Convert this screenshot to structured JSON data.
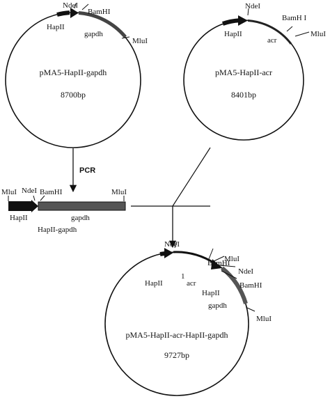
{
  "plasmid1": {
    "name": "pMA5-HapII-gapdh",
    "size": "8700bp",
    "features": {
      "promoter": "HapII",
      "gene": "gapdh",
      "site1": "NdeI",
      "site2": "BamHI",
      "site3": "MluI"
    }
  },
  "plasmid2": {
    "name": "pMA5-HapII-acr",
    "size": "8401bp",
    "features": {
      "promoter": "HapII",
      "gene": "acr",
      "site1": "NdeI",
      "site2": "BamH I",
      "site3": "MluI"
    }
  },
  "pcr_step": {
    "label": "PCR"
  },
  "fragment": {
    "name": "HapII-gapdh",
    "left_site": "MluI",
    "site1": "NdeI",
    "site2": "BamHI",
    "right_site": "MluI",
    "promoter": "HapII",
    "gene": "gapdh"
  },
  "plasmid3": {
    "name": "pMA5-HapII-acr-HapII-gapdh",
    "size": "9727bp",
    "features": {
      "site1": "NdeI",
      "promoter1": "HapII",
      "gene1": "acr",
      "site2": "BamHI",
      "site3": "MluI",
      "site4": "NdeI",
      "site5": "BamHI",
      "promoter2": "HapII",
      "gene2": "gapdh",
      "site6": "MluI",
      "marker": "1"
    }
  },
  "colors": {
    "ink": "#111111",
    "gene_band": "#555555",
    "background": "#ffffff"
  }
}
